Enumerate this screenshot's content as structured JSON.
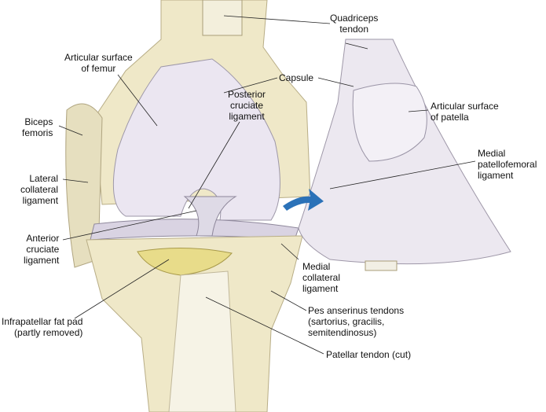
{
  "title": "Anterior view of the knee joint",
  "labels": {
    "quadriceps_tendon": [
      "Quadriceps",
      "tendon"
    ],
    "articular_surface_femur": [
      "Articular surface",
      "of femur"
    ],
    "capsule": "Capsule",
    "posterior_cruciate": [
      "Posterior",
      "cruciate",
      "ligament"
    ],
    "articular_surface_patella": [
      "Articular surface",
      "of patella"
    ],
    "biceps_femoris": [
      "Biceps",
      "femoris"
    ],
    "medial_patellofemoral": [
      "Medial",
      "patellofemoral",
      "ligament"
    ],
    "lateral_collateral": [
      "Lateral",
      "collateral",
      "ligament"
    ],
    "anterior_cruciate": [
      "Anterior",
      "cruciate",
      "ligament"
    ],
    "medial_collateral": [
      "Medial",
      "collateral",
      "ligament"
    ],
    "pes_anserinus": [
      "Pes anserinus tendons",
      "(sartorius, gracilis,",
      "semitendinosus)"
    ],
    "infrapatellar_fat_pad": [
      "Infrapatellar fat pad",
      "(partly removed)"
    ],
    "patellar_tendon": "Patellar tendon (cut)"
  },
  "colors": {
    "bone": "#efe8c8",
    "cartilage": "#e9e4ef",
    "arrow": "#2b72b8",
    "fat": "#e8dc8a"
  }
}
